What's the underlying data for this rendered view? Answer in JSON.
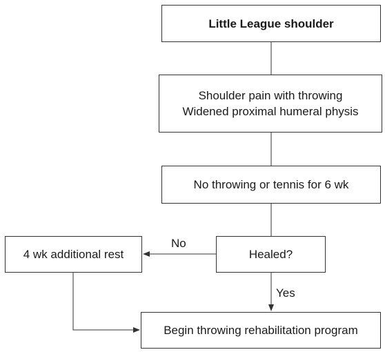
{
  "title": "Little League shoulder",
  "presentation": {
    "line1": "Shoulder pain with throwing",
    "line2": "Widened proximal humeral physis"
  },
  "rest": "No throwing or tennis for 6 wk",
  "question": "Healed?",
  "no_branch": {
    "label": "No",
    "action": "4 wk additional rest"
  },
  "yes_branch": {
    "label": "Yes",
    "action": "Begin throwing rehabilitation program"
  },
  "colors": {
    "line": "#333333",
    "text": "#1a1a1a",
    "background": "#ffffff"
  }
}
